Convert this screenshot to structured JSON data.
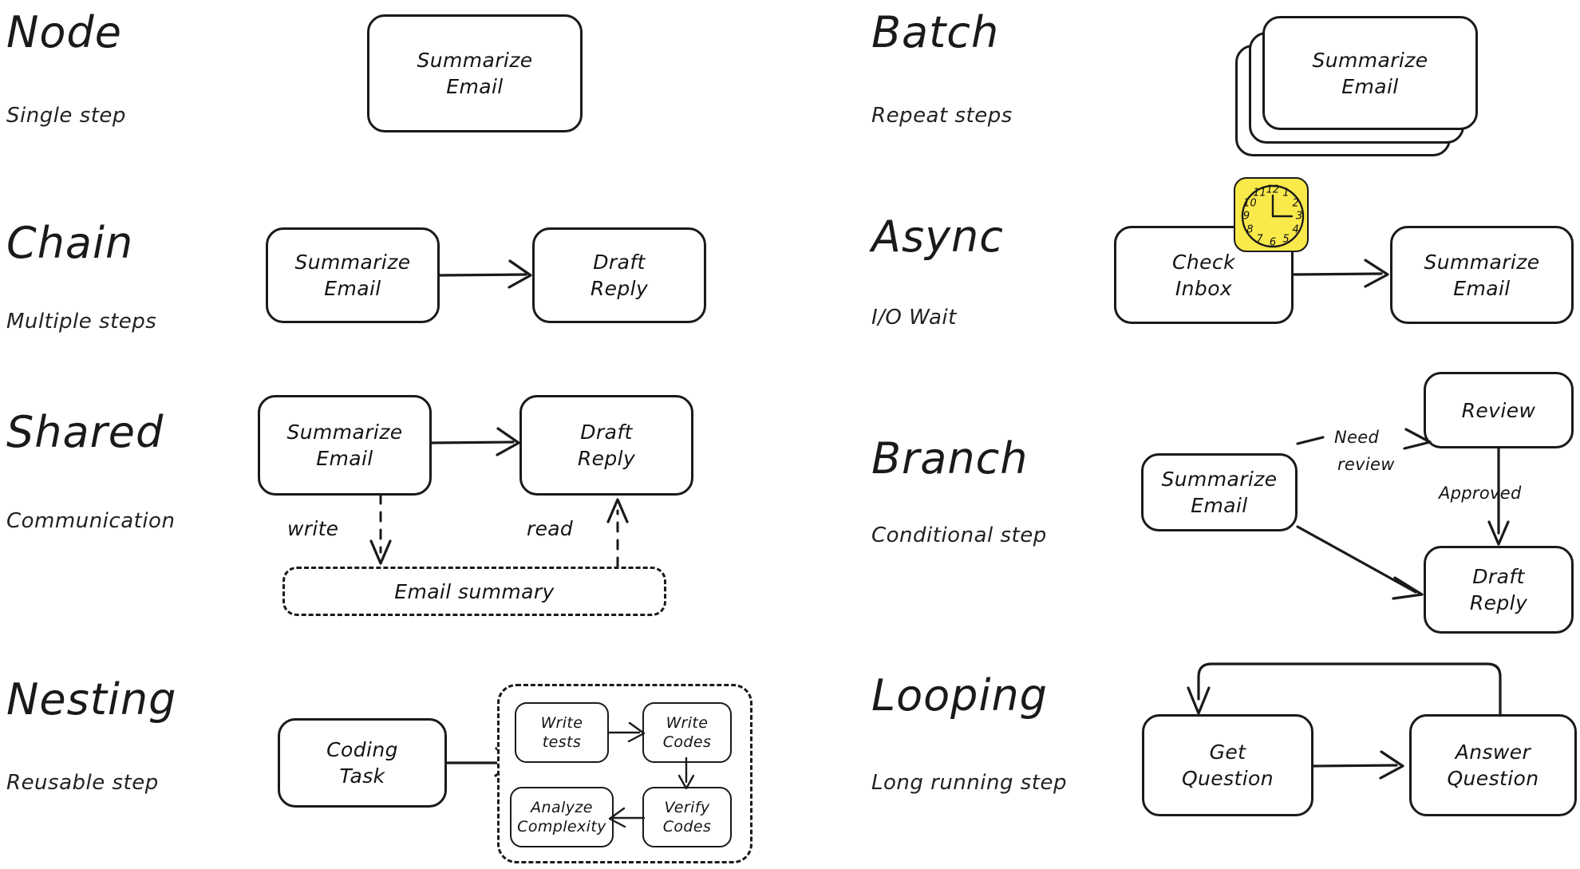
{
  "page": {
    "background": "#ffffff",
    "ink": "#1a1a1a",
    "accent_yellow": "#fae94b"
  },
  "sections": [
    {
      "id": "node",
      "title": "Node",
      "subtitle": "Single step",
      "nodes": [
        {
          "id": "summarize-email",
          "label_lines": [
            "Summarize",
            "Email"
          ]
        }
      ],
      "edges": []
    },
    {
      "id": "batch",
      "title": "Batch",
      "subtitle": "Repeat steps",
      "stack_count": 3,
      "nodes": [
        {
          "id": "summarize-email",
          "label_lines": [
            "Summarize",
            "Email"
          ]
        }
      ],
      "edges": []
    },
    {
      "id": "chain",
      "title": "Chain",
      "subtitle": "Multiple steps",
      "nodes": [
        {
          "id": "summarize-email",
          "label_lines": [
            "Summarize",
            "Email"
          ]
        },
        {
          "id": "draft-reply",
          "label_lines": [
            "Draft",
            "Reply"
          ]
        }
      ],
      "edges": [
        {
          "from": "summarize-email",
          "to": "draft-reply",
          "label": "",
          "style": "solid"
        }
      ]
    },
    {
      "id": "async",
      "title": "Async",
      "subtitle": "I/O Wait",
      "nodes": [
        {
          "id": "check-inbox",
          "label_lines": [
            "Check",
            "Inbox"
          ]
        },
        {
          "id": "summarize-email",
          "label_lines": [
            "Summarize",
            "Email"
          ]
        }
      ],
      "edges": [
        {
          "from": "check-inbox",
          "to": "summarize-email",
          "label": "",
          "style": "solid"
        }
      ],
      "badge": {
        "id": "clock",
        "type": "clock-icon",
        "color": "#fae94b",
        "numbers": [
          "12",
          "1",
          "2",
          "3",
          "4",
          "5",
          "6",
          "7",
          "8",
          "9",
          "10",
          "11"
        ],
        "hour_hand": "3",
        "minute_hand": "12"
      }
    },
    {
      "id": "shared",
      "title": "Shared",
      "subtitle": "Communication",
      "nodes": [
        {
          "id": "summarize-email",
          "label_lines": [
            "Summarize",
            "Email"
          ]
        },
        {
          "id": "draft-reply",
          "label_lines": [
            "Draft",
            "Reply"
          ]
        },
        {
          "id": "email-summary",
          "label_lines": [
            "Email summary"
          ],
          "style": "dashed"
        }
      ],
      "edges": [
        {
          "from": "summarize-email",
          "to": "draft-reply",
          "label": "",
          "style": "solid"
        },
        {
          "from": "summarize-email",
          "to": "email-summary",
          "label": "write",
          "style": "dashed"
        },
        {
          "from": "email-summary",
          "to": "draft-reply",
          "label": "read",
          "style": "dashed"
        }
      ]
    },
    {
      "id": "branch",
      "title": "Branch",
      "subtitle": "Conditional step",
      "nodes": [
        {
          "id": "summarize-email",
          "label_lines": [
            "Summarize",
            "Email"
          ]
        },
        {
          "id": "review",
          "label_lines": [
            "Review"
          ]
        },
        {
          "id": "draft-reply",
          "label_lines": [
            "Draft",
            "Reply"
          ]
        }
      ],
      "edges": [
        {
          "from": "summarize-email",
          "to": "review",
          "label_lines": [
            "Need",
            "review"
          ],
          "style": "solid"
        },
        {
          "from": "review",
          "to": "draft-reply",
          "label": "Approved",
          "style": "solid"
        },
        {
          "from": "summarize-email",
          "to": "draft-reply",
          "label": "",
          "style": "solid"
        }
      ]
    },
    {
      "id": "nesting",
      "title": "Nesting",
      "subtitle": "Reusable step",
      "nodes": [
        {
          "id": "coding-task",
          "label_lines": [
            "Coding",
            "Task"
          ]
        },
        {
          "id": "write-tests",
          "label_lines": [
            "Write",
            "tests"
          ]
        },
        {
          "id": "write-codes",
          "label_lines": [
            "Write",
            "Codes"
          ]
        },
        {
          "id": "verify-codes",
          "label_lines": [
            "Verify",
            "Codes"
          ]
        },
        {
          "id": "analyze-complexity",
          "label_lines": [
            "Analyze",
            "Complexity"
          ]
        }
      ],
      "edges": [
        {
          "from": "coding-task",
          "to": "subflow",
          "label": "",
          "style": "solid"
        },
        {
          "from": "write-tests",
          "to": "write-codes",
          "label": "",
          "style": "solid"
        },
        {
          "from": "write-codes",
          "to": "verify-codes",
          "label": "",
          "style": "solid"
        },
        {
          "from": "verify-codes",
          "to": "analyze-complexity",
          "label": "",
          "style": "solid"
        }
      ]
    },
    {
      "id": "looping",
      "title": "Looping",
      "subtitle": "Long running step",
      "nodes": [
        {
          "id": "get-question",
          "label_lines": [
            "Get",
            "Question"
          ]
        },
        {
          "id": "answer-question",
          "label_lines": [
            "Answer",
            "Question"
          ]
        }
      ],
      "edges": [
        {
          "from": "get-question",
          "to": "answer-question",
          "label": "",
          "style": "solid"
        },
        {
          "from": "answer-question",
          "to": "get-question",
          "label": "",
          "style": "loop-back"
        }
      ]
    }
  ]
}
